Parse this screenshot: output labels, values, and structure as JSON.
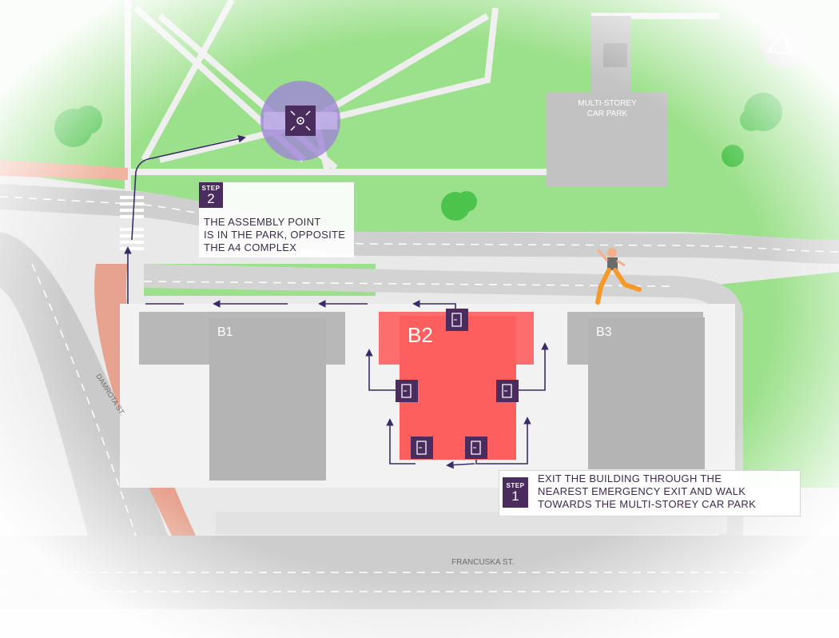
{
  "map": {
    "buildings": {
      "b1": "B1",
      "b2": "B2",
      "b3": "B3",
      "car_park": "MULTI-STOREY\nCAR PARK"
    },
    "streets": {
      "damrota": "DAMROTA ST.",
      "francuska": "FRANCUSKA ST."
    },
    "colors": {
      "grass": "#9be08a",
      "road": "#c9c9c9",
      "building": "#b4b4b4",
      "highlight_building": "#fd5e5e",
      "accent": "#4a2c5e",
      "assembly_circle": "#9f86d6"
    },
    "icons": {
      "assembly_point": "assembly-point-icon",
      "emergency_exit": "emergency-exit-icon",
      "north": "north-arrow-icon",
      "runner": "runner-figure"
    }
  },
  "steps": [
    {
      "word": "STEP",
      "number": "1",
      "lines": [
        "EXIT THE BUILDING THROUGH THE",
        "NEAREST EMERGENCY EXIT AND WALK",
        "TOWARDS THE MULTI-STOREY CAR PARK"
      ]
    },
    {
      "word": "STEP",
      "number": "2",
      "lines": [
        "THE ASSEMBLY POINT",
        "IS IN THE PARK, OPPOSITE",
        "THE A4 COMPLEX"
      ]
    }
  ]
}
